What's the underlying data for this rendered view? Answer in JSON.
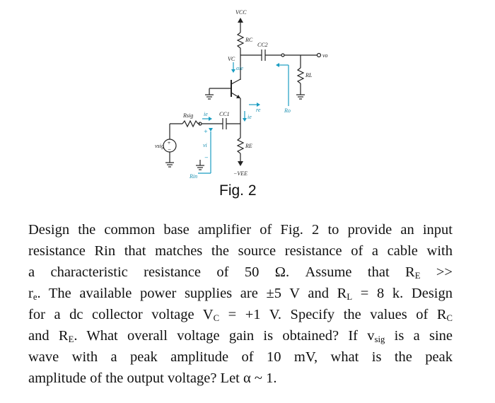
{
  "figure": {
    "labels": {
      "vcc": "VCC",
      "rc": "RC",
      "cc2": "CC2",
      "vo": "vo",
      "rl": "RL",
      "vc": "VC",
      "alpha_ie": "αie",
      "re_small": "re",
      "ro": "Ro",
      "rsig": "Rsig",
      "ie": "ie",
      "cc1": "CC1",
      "ie2": "ie",
      "re": "RE",
      "vi": "vi",
      "vsig": "vsig",
      "rin": "Rin",
      "vee": "−VEE"
    },
    "caption": "Fig. 2"
  },
  "problem": {
    "l1": "Design the common base amplifier of Fig. 2 to provide an input",
    "l2": "resistance Rin that matches the source resistance of a cable with",
    "l3_a": "a characteristic resistance of 50 Ω. Assume that R",
    "l3_sub": "E",
    "l3_b": " >>",
    "l4_a": "r",
    "l4_sub1": "e",
    "l4_b": ". The available power supplies are ±5 V and R",
    "l4_sub2": "L",
    "l4_c": " = 8 k. Design",
    "l5_a": "for a dc collector voltage V",
    "l5_sub1": "C",
    "l5_b": " = +1 V. Specify the values of R",
    "l5_sub2": "C",
    "l6_a": "and R",
    "l6_sub1": "E",
    "l6_b": ". What overall voltage gain is obtained? If v",
    "l6_sub2": "sig",
    "l6_c": " is a sine",
    "l7": "wave with a peak amplitude of 10 mV, what is the peak",
    "l8": "amplitude of the output voltage? Let α ~ 1."
  }
}
